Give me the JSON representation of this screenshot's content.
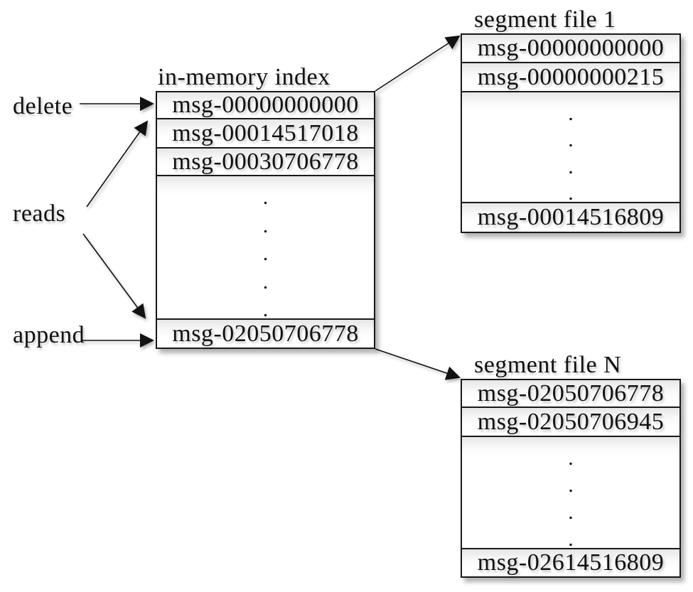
{
  "colors": {
    "background": "#ffffff",
    "line": "#111111",
    "box_border": "#191919",
    "row_shade_top": "#e6e6e6"
  },
  "glyphs": {
    "dot": "."
  },
  "left_labels": {
    "delete": "delete",
    "reads": "reads",
    "append": "append"
  },
  "index": {
    "title": "in-memory index",
    "rows_top": [
      "msg-00000000000",
      "msg-00014517018",
      "msg-00030706778"
    ],
    "dots_count": 5,
    "row_bottom": "msg-02050706778"
  },
  "segment_file_1": {
    "title": "segment file 1",
    "rows_top": [
      "msg-00000000000",
      "msg-00000000215"
    ],
    "dots_count": 4,
    "row_bottom": "msg-00014516809"
  },
  "segment_file_n": {
    "title": "segment file N",
    "rows_top": [
      "msg-02050706778",
      "msg-02050706945"
    ],
    "dots_count": 4,
    "row_bottom": "msg-02614516809"
  },
  "arrows": [
    {
      "from": "delete",
      "to": "in-memory index first row"
    },
    {
      "from": "reads",
      "to": "in-memory index second row"
    },
    {
      "from": "reads",
      "to": "in-memory index bottom rows"
    },
    {
      "from": "append",
      "to": "in-memory index last row"
    },
    {
      "from": "in-memory index top",
      "to": "segment file 1"
    },
    {
      "from": "in-memory index bottom",
      "to": "segment file N"
    }
  ]
}
